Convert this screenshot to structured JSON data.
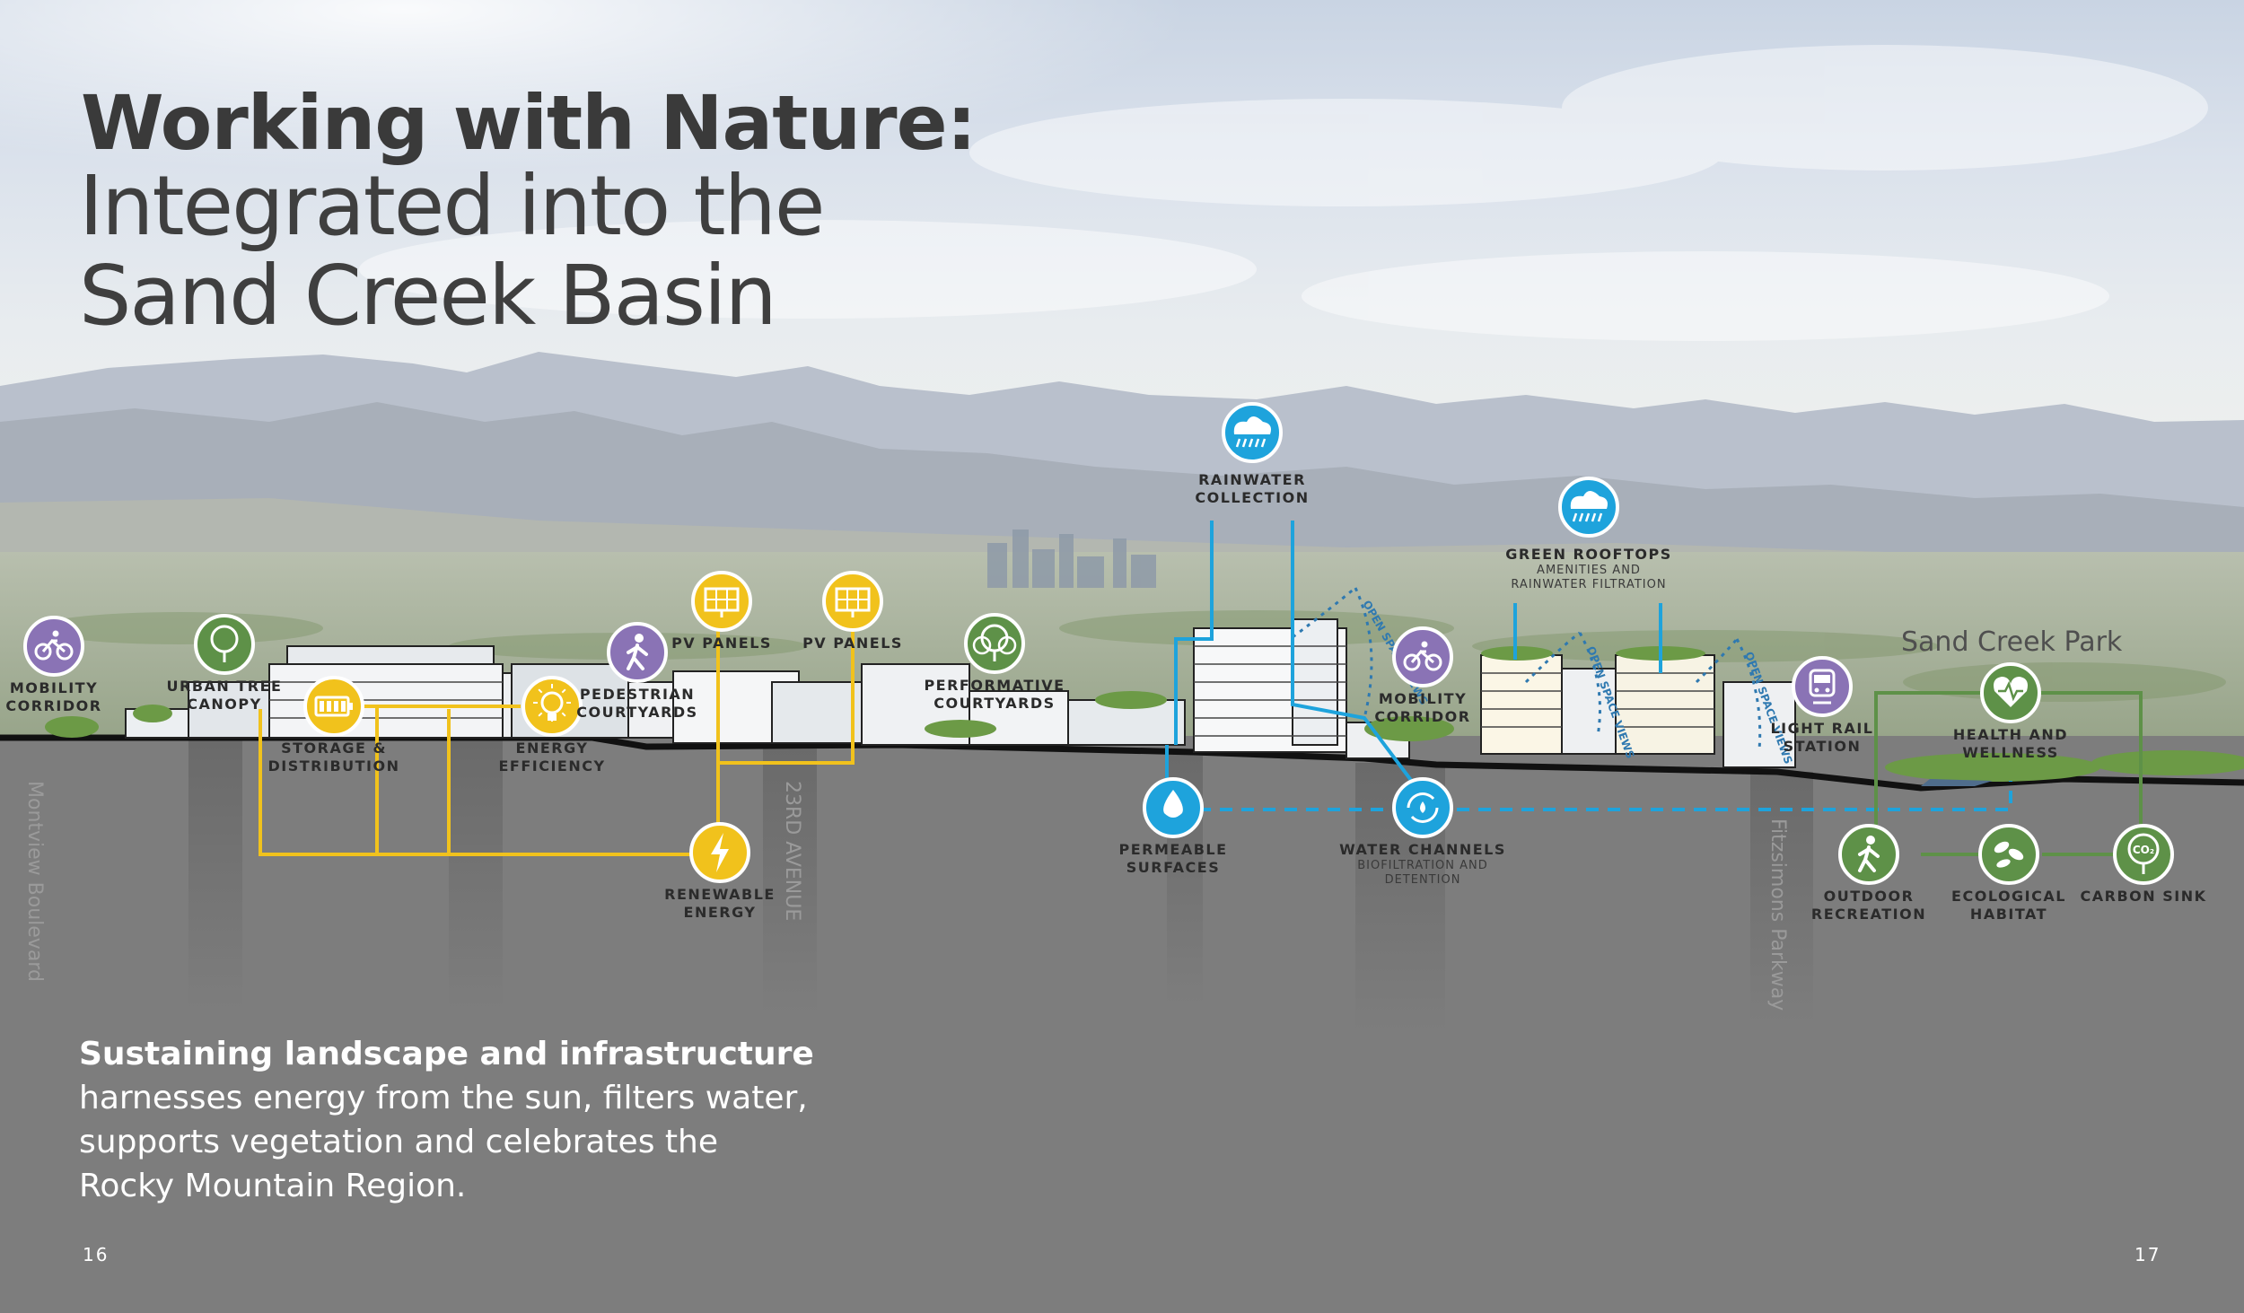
{
  "title": {
    "bold": "Working with Nature:",
    "line2": "Integrated into the",
    "line3": "Sand Creek Basin"
  },
  "description": {
    "lead": "Sustaining landscape and infrastructure",
    "lines": [
      "harnesses energy from the sun, filters water,",
      "supports vegetation and celebrates the",
      "Rocky Mountain Region."
    ]
  },
  "page_numbers": {
    "left": "16",
    "right": "17"
  },
  "park_label": "Sand Creek Park",
  "streets": {
    "montview": "Montview Boulevard",
    "avenue_23": "23RD AVENUE",
    "fitzsimons": "Fitzsimons Parkway"
  },
  "view_labels": {
    "open_space": "OPEN SPACE VIEWS"
  },
  "colors": {
    "purple": "#8a73b5",
    "green": "#5e9148",
    "yellow": "#f1c21c",
    "blue": "#1ea3dc",
    "ground": "#7d7d7d",
    "title": "#3a3a3a"
  },
  "nodes": [
    {
      "id": "mobility-1",
      "icon": "bike-icon",
      "color": "purple",
      "lines": [
        "MOBILITY",
        "CORRIDOR"
      ]
    },
    {
      "id": "urban-tree-canopy",
      "icon": "tree-icon",
      "color": "green",
      "lines": [
        "URBAN TREE",
        "CANOPY"
      ]
    },
    {
      "id": "storage",
      "icon": "battery-icon",
      "color": "yellow",
      "lines": [
        "STORAGE &",
        "DISTRIBUTION"
      ]
    },
    {
      "id": "energy-efficiency",
      "icon": "lightbulb-icon",
      "color": "yellow",
      "lines": [
        "ENERGY",
        "EFFICIENCY"
      ]
    },
    {
      "id": "pedestrian-courtyards",
      "icon": "walker-icon",
      "color": "purple",
      "lines": [
        "PEDESTRIAN",
        "COURTYARDS"
      ]
    },
    {
      "id": "pv-1",
      "icon": "solar-panel-icon",
      "color": "yellow",
      "lines": [
        "PV PANELS"
      ]
    },
    {
      "id": "pv-2",
      "icon": "solar-panel-icon",
      "color": "yellow",
      "lines": [
        "PV PANELS"
      ]
    },
    {
      "id": "renewable-energy",
      "icon": "lightning-icon",
      "color": "yellow",
      "lines": [
        "RENEWABLE",
        "ENERGY"
      ]
    },
    {
      "id": "performative-courtyards",
      "icon": "trees-icon",
      "color": "green",
      "lines": [
        "PERFORMATIVE",
        "COURTYARDS"
      ]
    },
    {
      "id": "rainwater",
      "icon": "rain-cloud-icon",
      "color": "blue",
      "lines": [
        "RAINWATER",
        "COLLECTION"
      ]
    },
    {
      "id": "permeable",
      "icon": "water-drop-icon",
      "color": "blue",
      "lines": [
        "PERMEABLE",
        "SURFACES"
      ]
    },
    {
      "id": "mobility-2",
      "icon": "bike-icon",
      "color": "purple",
      "lines": [
        "MOBILITY",
        "CORRIDOR"
      ]
    },
    {
      "id": "water-channels",
      "icon": "recycle-water-icon",
      "color": "blue",
      "lines": [
        "WATER CHANNELS"
      ],
      "sub": [
        "BIOFILTRATION AND",
        "DETENTION"
      ]
    },
    {
      "id": "green-rooftops",
      "icon": "rain-cloud-icon",
      "color": "blue",
      "lines": [
        "GREEN ROOFTOPS"
      ],
      "sub": [
        "AMENITIES AND",
        "RAINWATER FILTRATION"
      ]
    },
    {
      "id": "light-rail",
      "icon": "train-icon",
      "color": "purple",
      "lines": [
        "LIGHT RAIL",
        "STATION"
      ]
    },
    {
      "id": "health",
      "icon": "heart-pulse-icon",
      "color": "green",
      "lines": [
        "HEALTH AND",
        "WELLNESS"
      ]
    },
    {
      "id": "outdoor",
      "icon": "runner-icon",
      "color": "green",
      "lines": [
        "OUTDOOR",
        "RECREATION"
      ]
    },
    {
      "id": "ecological",
      "icon": "leaves-icon",
      "color": "green",
      "lines": [
        "ECOLOGICAL",
        "HABITAT"
      ]
    },
    {
      "id": "carbon",
      "icon": "co2-tree-icon",
      "color": "green",
      "lines": [
        "CARBON SINK"
      ]
    }
  ]
}
